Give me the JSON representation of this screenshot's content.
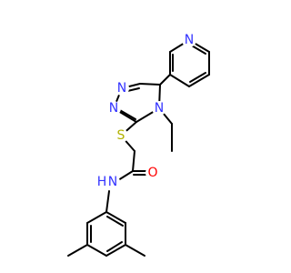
{
  "molecule": {
    "colors": {
      "bond": "#000000",
      "N": "#3333ff",
      "O": "#ff0000",
      "S": "#b2b200",
      "C": "#000000"
    },
    "atoms": [
      {
        "id": "N_py",
        "label": "N"
      },
      {
        "id": "N1_tri",
        "label": "N"
      },
      {
        "id": "N2_tri",
        "label": "N"
      },
      {
        "id": "N4_tri",
        "label": "N"
      },
      {
        "id": "S",
        "label": "S"
      },
      {
        "id": "O",
        "label": "O"
      },
      {
        "id": "N_amide",
        "label": "N"
      },
      {
        "id": "H_amide",
        "label": "H"
      }
    ]
  }
}
